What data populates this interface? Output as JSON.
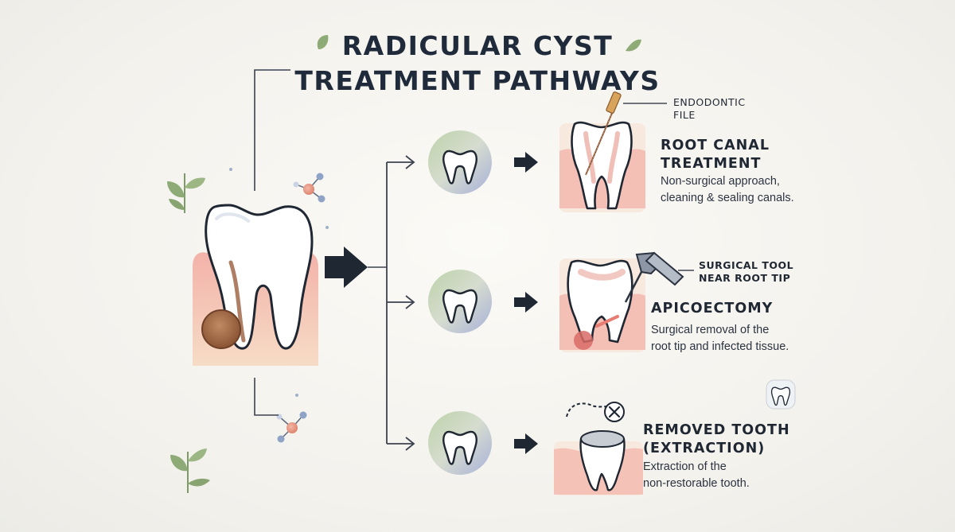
{
  "title": {
    "line1": "RADICULAR CYST",
    "line2": "TREATMENT PATHWAYS"
  },
  "pathways": [
    {
      "heading_line1": "ROOT CANAL",
      "heading_line2": "TREATMENT",
      "desc_line1": "Non-surgical approach,",
      "desc_line2": "cleaning & sealing canals.",
      "callout_line1": "ENDODONTIC",
      "callout_line2": "FILE"
    },
    {
      "heading_line1": "APICOECTOMY",
      "desc_line1": "Surgical removal of the",
      "desc_line2": "root tip and infected tissue.",
      "callout_line1": "SURGICAL TOOL",
      "callout_line2": "NEAR ROOT TIP"
    },
    {
      "heading_line1": "REMOVED TOOTH",
      "heading_line2": "(EXTRACTION)",
      "desc_line1": "Extraction of the",
      "desc_line2": "non-restorable tooth."
    }
  ],
  "colors": {
    "ink": "#1f2733",
    "gum": "#f1a7a0",
    "cyst": "#a0684a",
    "leaf": "#8aa877",
    "node": "#e8917f",
    "circle_teal": "#a9c5b4",
    "circle_blue": "#aab4d8"
  },
  "icons": [
    "leaf-icon",
    "molecule-icon",
    "tooth-icon",
    "endodontic-file-icon",
    "dental-drill-icon",
    "close-icon"
  ]
}
